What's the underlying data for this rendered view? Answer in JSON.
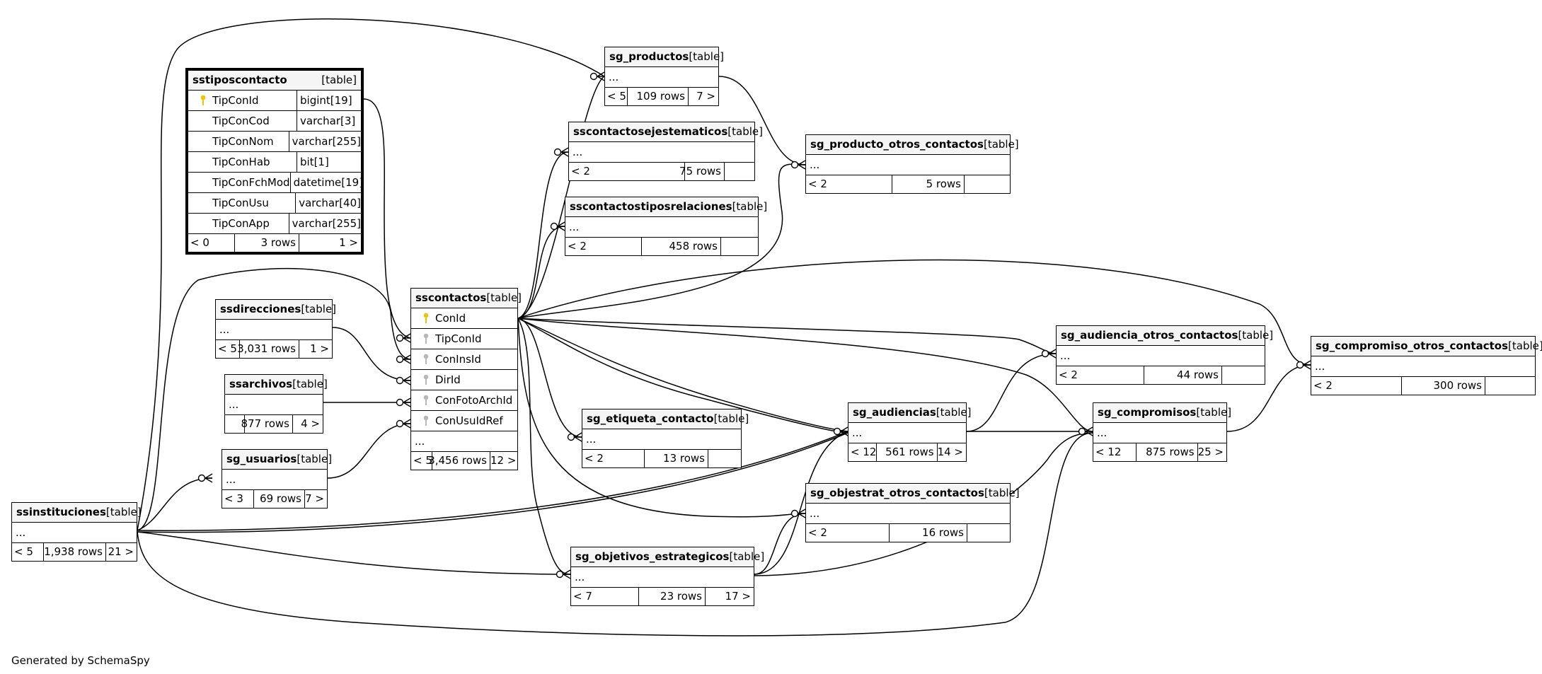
{
  "footer": "Generated by SchemaSpy",
  "colors": {
    "primary_key": "#f0c400",
    "foreign_key": "#b8b8b8",
    "line": "#000000",
    "header_bg": "#f5f5f5"
  },
  "tables": [
    {
      "id": "sstiposcontacto",
      "name": "sstiposcontacto",
      "type": "[table]",
      "focus": true,
      "columns": [
        {
          "name": "TipConId",
          "type": "bigint[19]",
          "key": "pk"
        },
        {
          "name": "TipConCod",
          "type": "varchar[3]",
          "key": ""
        },
        {
          "name": "TipConNom",
          "type": "varchar[255]",
          "key": ""
        },
        {
          "name": "TipConHab",
          "type": "bit[1]",
          "key": ""
        },
        {
          "name": "TipConFchMod",
          "type": "datetime[19]",
          "key": ""
        },
        {
          "name": "TipConUsu",
          "type": "varchar[40]",
          "key": ""
        },
        {
          "name": "TipConApp",
          "type": "varchar[255]",
          "key": ""
        }
      ],
      "parents": "< 0",
      "rows": "3 rows",
      "children": "1 >"
    },
    {
      "id": "sscontactos",
      "name": "sscontactos",
      "type": "[table]",
      "columns": [
        {
          "name": "ConId",
          "key": "pk"
        },
        {
          "name": "TipConId",
          "key": "fk"
        },
        {
          "name": "ConInsId",
          "key": "fk"
        },
        {
          "name": "DirId",
          "key": "fk"
        },
        {
          "name": "ConFotoArchId",
          "key": "fk"
        },
        {
          "name": "ConUsuIdRef",
          "key": "fk"
        }
      ],
      "more": "...",
      "parents": "< 5",
      "rows": "3,456 rows",
      "children": "12 >"
    },
    {
      "id": "ssdirecciones",
      "name": "ssdirecciones",
      "type": "[table]",
      "more": "...",
      "parents": "< 5",
      "rows": "3,031 rows",
      "children": "1 >"
    },
    {
      "id": "ssarchivos",
      "name": "ssarchivos",
      "type": "[table]",
      "more": "...",
      "parents": "",
      "rows": "877 rows",
      "children": "4 >"
    },
    {
      "id": "sg_usuarios",
      "name": "sg_usuarios",
      "type": "[table]",
      "more": "...",
      "parents": "< 3",
      "rows": "69 rows",
      "children": "7 >"
    },
    {
      "id": "ssinstituciones",
      "name": "ssinstituciones",
      "type": "[table]",
      "more": "...",
      "parents": "< 5",
      "rows": "1,938 rows",
      "children": "21 >"
    },
    {
      "id": "sg_productos",
      "name": "sg_productos",
      "type": "[table]",
      "more": "...",
      "parents": "< 5",
      "rows": "109 rows",
      "children": "7 >"
    },
    {
      "id": "sscontactosejestematicos",
      "name": "sscontactosejestematicos",
      "type": "[table]",
      "more": "...",
      "parents": "< 2",
      "rows": "75 rows",
      "children": ""
    },
    {
      "id": "sscontactostiposrelaciones",
      "name": "sscontactostiposrelaciones",
      "type": "[table]",
      "more": "...",
      "parents": "< 2",
      "rows": "458 rows",
      "children": ""
    },
    {
      "id": "sg_producto_otros_contactos",
      "name": "sg_producto_otros_contactos",
      "type": "[table]",
      "more": "...",
      "parents": "< 2",
      "rows": "5 rows",
      "children": ""
    },
    {
      "id": "sg_etiqueta_contacto",
      "name": "sg_etiqueta_contacto",
      "type": "[table]",
      "more": "...",
      "parents": "< 2",
      "rows": "13 rows",
      "children": ""
    },
    {
      "id": "sg_audiencias",
      "name": "sg_audiencias",
      "type": "[table]",
      "more": "...",
      "parents": "< 12",
      "rows": "561 rows",
      "children": "14 >"
    },
    {
      "id": "sg_audiencia_otros_contactos",
      "name": "sg_audiencia_otros_contactos",
      "type": "[table]",
      "more": "...",
      "parents": "< 2",
      "rows": "44 rows",
      "children": ""
    },
    {
      "id": "sg_compromisos",
      "name": "sg_compromisos",
      "type": "[table]",
      "more": "...",
      "parents": "< 12",
      "rows": "875 rows",
      "children": "25 >"
    },
    {
      "id": "sg_compromiso_otros_contactos",
      "name": "sg_compromiso_otros_contactos",
      "type": "[table]",
      "more": "...",
      "parents": "< 2",
      "rows": "300 rows",
      "children": ""
    },
    {
      "id": "sg_objestrat_otros_contactos",
      "name": "sg_objestrat_otros_contactos",
      "type": "[table]",
      "more": "...",
      "parents": "< 2",
      "rows": "16 rows",
      "children": ""
    },
    {
      "id": "sg_objetivos_estrategicos",
      "name": "sg_objetivos_estrategicos",
      "type": "[table]",
      "more": "...",
      "parents": "< 7",
      "rows": "23 rows",
      "children": "17 >"
    }
  ],
  "relationships": [
    {
      "from": "sstiposcontacto.TipConId",
      "to": "sscontactos.TipConId"
    },
    {
      "from": "ssinstituciones",
      "to": "sscontactos.ConInsId"
    },
    {
      "from": "ssdirecciones",
      "to": "sscontactos.DirId"
    },
    {
      "from": "ssarchivos",
      "to": "sscontactos.ConFotoArchId"
    },
    {
      "from": "sg_usuarios",
      "to": "sscontactos.ConUsuIdRef"
    },
    {
      "from": "ssinstituciones",
      "to": "sg_usuarios"
    },
    {
      "from": "ssinstituciones",
      "to": "sg_productos"
    },
    {
      "from": "ssinstituciones",
      "to": "sg_audiencias"
    },
    {
      "from": "ssinstituciones",
      "to": "sg_objetivos_estrategicos"
    },
    {
      "from": "ssinstituciones",
      "to": "sg_compromisos"
    },
    {
      "from": "sscontactos.ConId",
      "to": "sg_productos"
    },
    {
      "from": "sscontactos.ConId",
      "to": "sscontactosejestematicos"
    },
    {
      "from": "sscontactos.ConId",
      "to": "sscontactostiposrelaciones"
    },
    {
      "from": "sscontactos.ConId",
      "to": "sg_producto_otros_contactos"
    },
    {
      "from": "sscontactos.ConId",
      "to": "sg_etiqueta_contacto"
    },
    {
      "from": "sscontactos.ConId",
      "to": "sg_audiencias"
    },
    {
      "from": "sscontactos.ConId",
      "to": "sg_audiencia_otros_contactos"
    },
    {
      "from": "sscontactos.ConId",
      "to": "sg_compromisos"
    },
    {
      "from": "sscontactos.ConId",
      "to": "sg_compromiso_otros_contactos"
    },
    {
      "from": "sscontactos.ConId",
      "to": "sg_objestrat_otros_contactos"
    },
    {
      "from": "sscontactos.ConId",
      "to": "sg_objetivos_estrategicos"
    },
    {
      "from": "sg_productos",
      "to": "sg_producto_otros_contactos"
    },
    {
      "from": "sg_audiencias",
      "to": "sg_audiencia_otros_contactos"
    },
    {
      "from": "sg_audiencias",
      "to": "sg_compromisos"
    },
    {
      "from": "sg_compromisos",
      "to": "sg_compromiso_otros_contactos"
    },
    {
      "from": "sg_objetivos_estrategicos",
      "to": "sg_objestrat_otros_contactos"
    },
    {
      "from": "sg_objetivos_estrategicos",
      "to": "sg_audiencias"
    },
    {
      "from": "sg_objetivos_estrategicos",
      "to": "sg_compromisos"
    }
  ]
}
